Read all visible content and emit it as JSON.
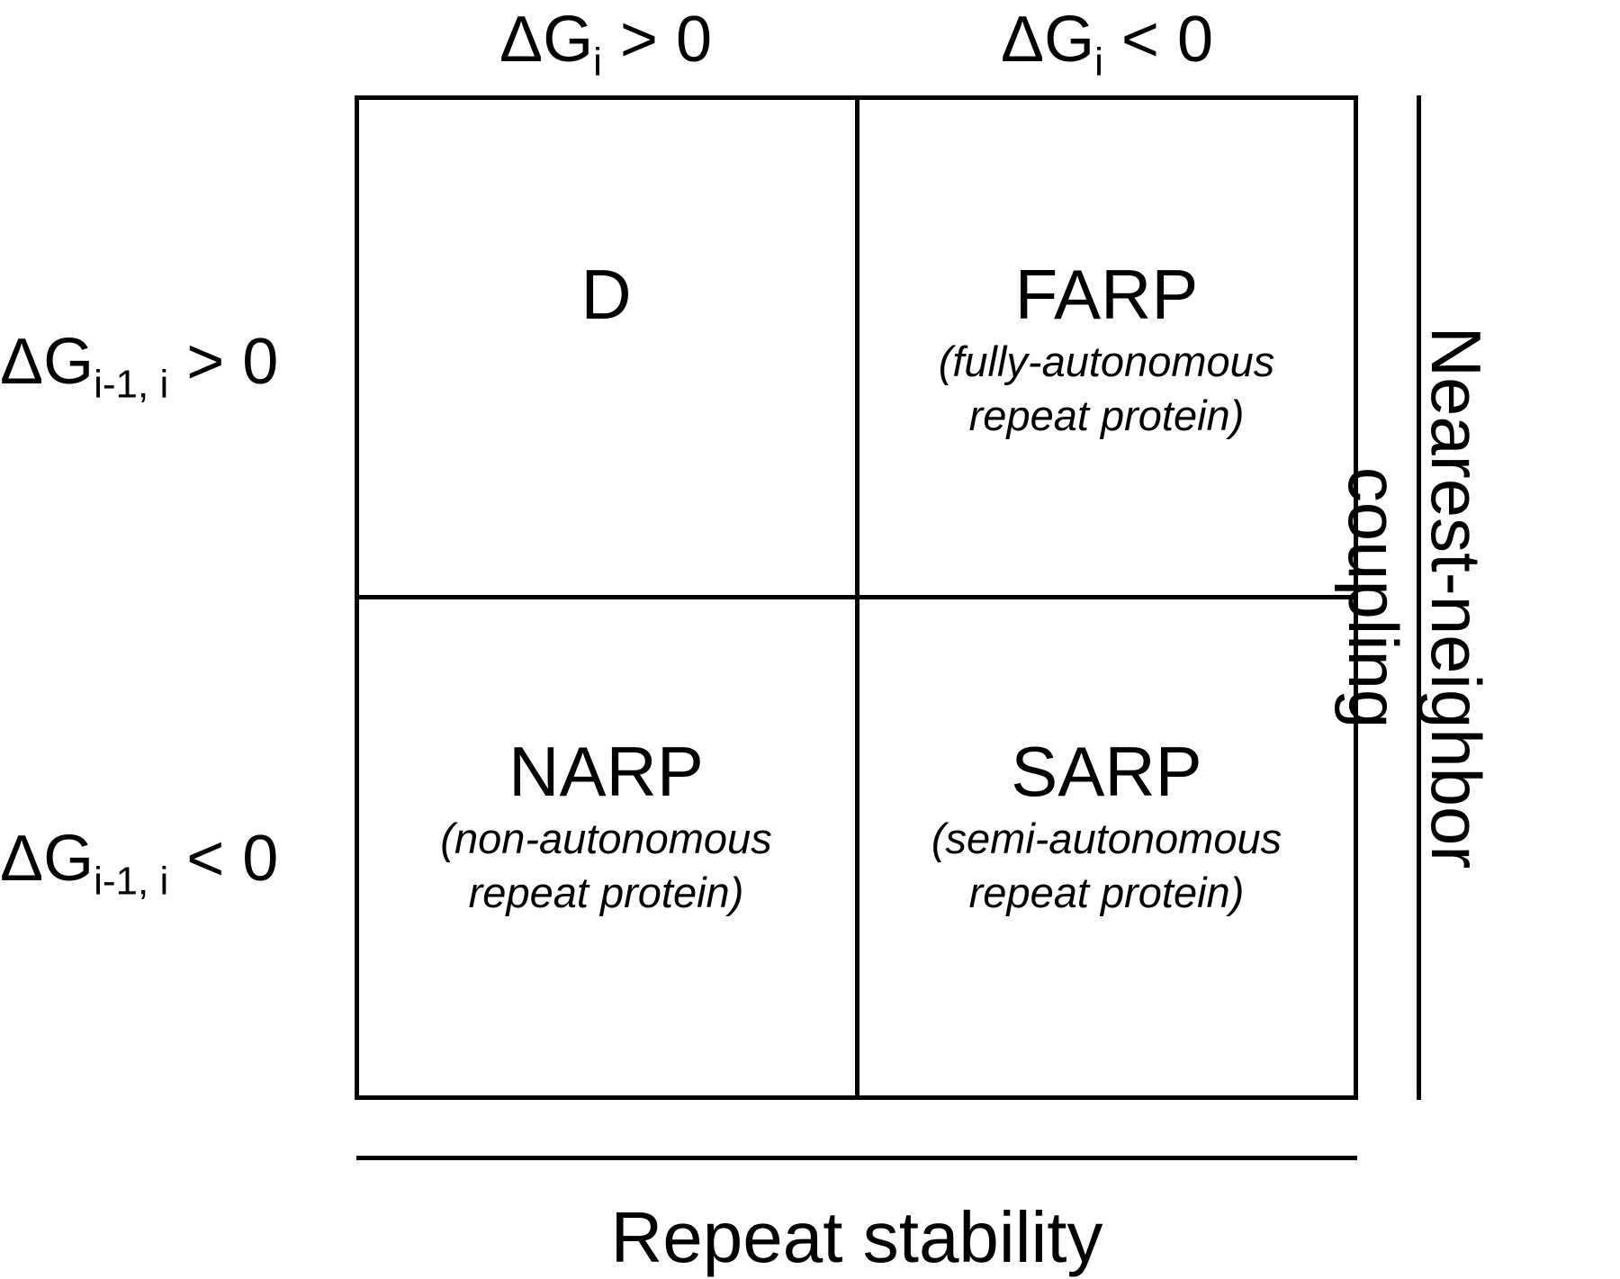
{
  "columns": [
    {
      "prefix": "ΔG",
      "sub": "i",
      "relation": " > 0"
    },
    {
      "prefix": "ΔG",
      "sub": "i",
      "relation": " < 0"
    }
  ],
  "rows": [
    {
      "prefix": "ΔG",
      "sub": "i-1, i",
      "relation": " > 0"
    },
    {
      "prefix": "ΔG",
      "sub": "i-1, i",
      "relation": " < 0"
    }
  ],
  "cells": {
    "top_left": {
      "title": "D",
      "desc": ""
    },
    "top_right": {
      "title": "FARP",
      "desc": "(fully-autonomous\nrepeat protein)"
    },
    "bottom_left": {
      "title": "NARP",
      "desc": "(non-autonomous\nrepeat protein)"
    },
    "bottom_right": {
      "title": "SARP",
      "desc": "(semi-autonomous\nrepeat protein)"
    }
  },
  "axes": {
    "x_label": "Repeat stability",
    "y_label": "Nearest-neighbor\ncoupling"
  }
}
